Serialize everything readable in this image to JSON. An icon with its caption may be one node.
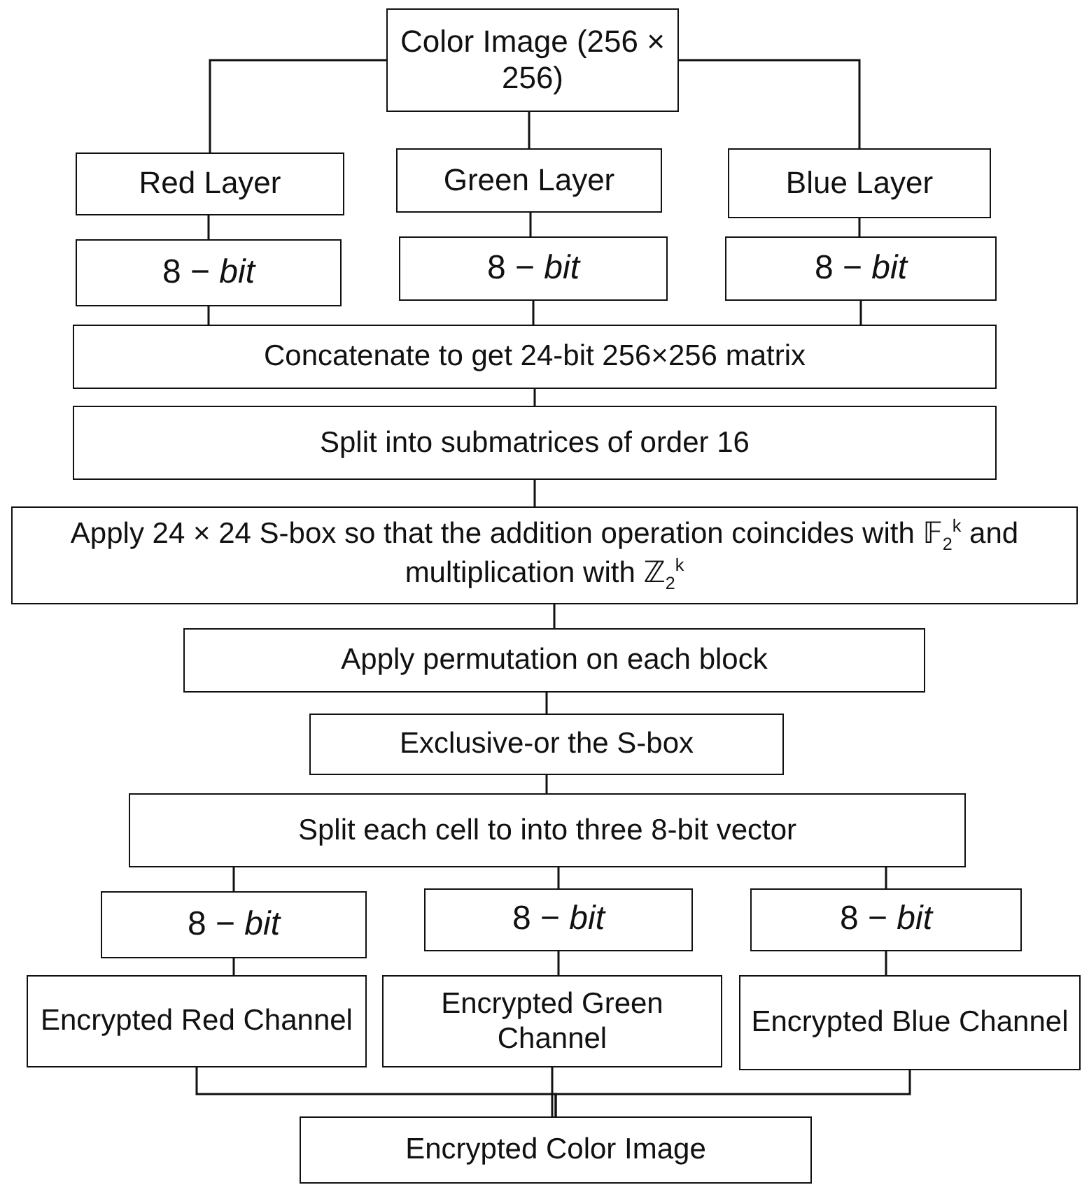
{
  "diagram": {
    "nodes": [
      {
        "text": [
          "Color Image (256 × 256)"
        ]
      },
      {
        "text": [
          "Red Layer"
        ]
      },
      {
        "text": [
          "Green Layer"
        ]
      },
      {
        "text": [
          "Blue Layer"
        ]
      },
      {
        "text": [
          "8 − *bit*"
        ]
      },
      {
        "text": [
          "8 − *bit*"
        ]
      },
      {
        "text": [
          "8 − *bit*"
        ]
      },
      {
        "text": [
          "Concatenate to get 24-bit 256×256 matrix"
        ]
      },
      {
        "text": [
          "Split into submatrices of order 16"
        ]
      },
      {
        "text": [
          "Apply 24 × 24 S-box so that the addition operation coincides with 𝔽$_{2}$$^{k}$ and multiplication with ℤ$_{2}$$^{k}$"
        ]
      },
      {
        "text": [
          "Apply permutation on each block"
        ]
      },
      {
        "text": [
          "Exclusive-or the S-box"
        ]
      },
      {
        "text": [
          "Split each cell to into three 8-bit vector"
        ]
      },
      {
        "text": [
          "8 − *bit*"
        ]
      },
      {
        "text": [
          "8 − *bit*"
        ]
      },
      {
        "text": [
          "8 − *bit*"
        ]
      },
      {
        "text": [
          "Encrypted Red Channel"
        ]
      },
      {
        "text": [
          "Encrypted Green Channel"
        ]
      },
      {
        "text": [
          "Encrypted Blue Channel"
        ]
      },
      {
        "text": [
          "Encrypted Color Image"
        ]
      }
    ],
    "edges": [
      {
        "from": 0,
        "to": 1,
        "arrow": "none"
      },
      {
        "from": 0,
        "to": 2,
        "arrow": "none"
      },
      {
        "from": 0,
        "to": 3,
        "arrow": "none"
      },
      {
        "from": 1,
        "to": 4,
        "arrow": "none"
      },
      {
        "from": 2,
        "to": 5,
        "arrow": "none"
      },
      {
        "from": 3,
        "to": 6,
        "arrow": "none"
      },
      {
        "from": 4,
        "to": 7,
        "arrow": "none"
      },
      {
        "from": 5,
        "to": 7,
        "arrow": "none"
      },
      {
        "from": 6,
        "to": 7,
        "arrow": "none"
      },
      {
        "from": 7,
        "to": 8,
        "arrow": "none"
      },
      {
        "from": 8,
        "to": 9,
        "arrow": "none"
      },
      {
        "from": 9,
        "to": 10,
        "arrow": "none"
      },
      {
        "from": 10,
        "to": 11,
        "arrow": "none"
      },
      {
        "from": 11,
        "to": 12,
        "arrow": "none"
      },
      {
        "from": 12,
        "to": 13,
        "arrow": "none"
      },
      {
        "from": 12,
        "to": 14,
        "arrow": "none"
      },
      {
        "from": 12,
        "to": 15,
        "arrow": "none"
      },
      {
        "from": 13,
        "to": 16,
        "arrow": "none"
      },
      {
        "from": 14,
        "to": 17,
        "arrow": "none"
      },
      {
        "from": 15,
        "to": 18,
        "arrow": "none"
      },
      {
        "from": 16,
        "to": 19,
        "arrow": "none"
      },
      {
        "from": 17,
        "to": 19,
        "arrow": "none"
      },
      {
        "from": 18,
        "to": 19,
        "arrow": "none"
      }
    ]
  }
}
